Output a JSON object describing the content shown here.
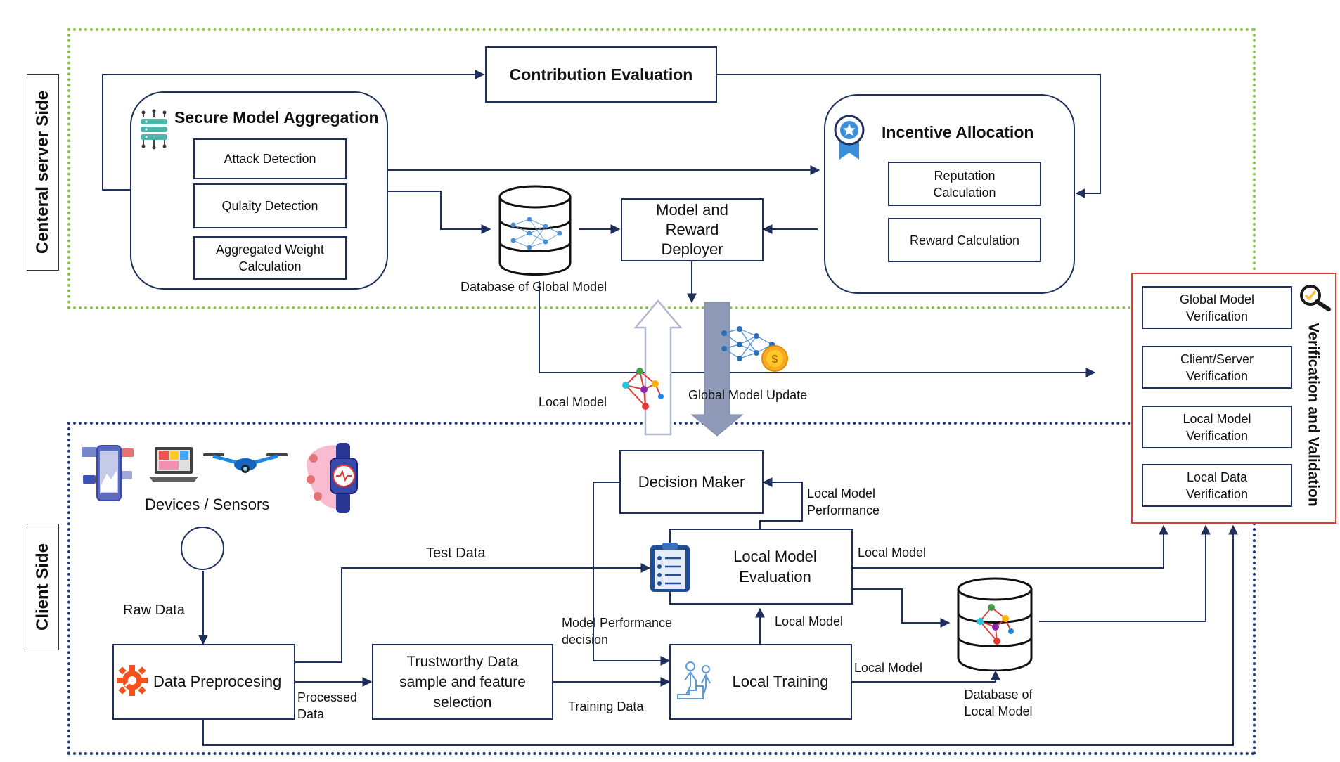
{
  "server": {
    "side_label": "Centeral server Side",
    "contribution": "Contribution Evaluation",
    "aggregation": {
      "title": "Secure Model Aggregation",
      "items": [
        "Attack Detection",
        "Qulaity Detection",
        "Aggregated Weight Calculation"
      ]
    },
    "incentive": {
      "title": "Incentive Allocation",
      "items": [
        "Reputation Calculation",
        "Reward Calculation"
      ]
    },
    "db_global": "Database of Global Model",
    "deployer": "Model and Reward Deployer"
  },
  "middle": {
    "local_model": "Local Model",
    "global_update": "Global Model Update"
  },
  "verification": {
    "title": "Verification and Validation",
    "items": [
      "Global Model Verification",
      "Client/Server Verification",
      "Local Model Verification",
      "Local Data Verification"
    ],
    "border_color": "#e53935"
  },
  "client": {
    "side_label": "Client Side",
    "devices": "Devices / Sensors",
    "raw_data": "Raw Data",
    "preprocessing": "Data Preprocesing",
    "processed": "Processed Data",
    "trustworthy": "Trustworthy Data sample and feature selection",
    "training_data": "Training Data",
    "test_data": "Test Data",
    "decision_maker": "Decision Maker",
    "lm_performance": "Local Model Performance",
    "lm_evaluation": "Local Model Evaluation",
    "perf_decision": "Model Performance decision",
    "local_training": "Local Training",
    "local_model_a": "Local Model",
    "local_model_b": "Local Model",
    "local_model_c": "Local Model",
    "db_local": "Database of Local Model"
  },
  "colors": {
    "server_border": "#8bc34a",
    "client_border": "#1f3a7a",
    "line": "#1f2f5c",
    "verify_border": "#e53935"
  },
  "icons": [
    "network-icon",
    "badge-icon",
    "database-icon",
    "cloud-network-icon",
    "coin-icon",
    "phone-icon",
    "laptop-icon",
    "drone-icon",
    "smartwatch-icon",
    "gear-icon",
    "clipboard-icon",
    "training-icon",
    "magnifier-icon"
  ]
}
